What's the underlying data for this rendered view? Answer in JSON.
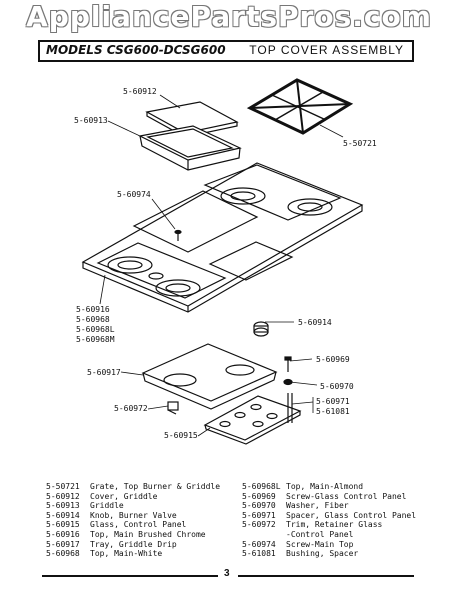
{
  "watermark": "AppliancePartsPros.com",
  "header": {
    "models": "MODELS CSG600-DCSG600",
    "title": "TOP COVER ASSEMBLY"
  },
  "callouts": {
    "c60912": "5-60912",
    "c60913": "5-60913",
    "c50721": "5-50721",
    "c60974": "5-60974",
    "c60916": "5-60916",
    "c60968": "5-60968",
    "c60968l": "5-60968L",
    "c60968m": "5-60968M",
    "c60914": "5-60914",
    "c60969": "5-60969",
    "c60917": "5-60917",
    "c60970": "5-60970",
    "c60972": "5-60972",
    "c60971": "5-60971",
    "c61081": "5-61081",
    "c60915": "5-60915"
  },
  "legend_left": [
    {
      "pn": "5-50721",
      "desc": "Grate, Top Burner & Griddle"
    },
    {
      "pn": "5-60912",
      "desc": "Cover, Griddle"
    },
    {
      "pn": "5-60913",
      "desc": "Griddle"
    },
    {
      "pn": "5-60914",
      "desc": "Knob, Burner Valve"
    },
    {
      "pn": "5-60915",
      "desc": "Glass, Control Panel"
    },
    {
      "pn": "5-60916",
      "desc": "Top, Main Brushed Chrome"
    },
    {
      "pn": "5-60917",
      "desc": "Tray, Griddle Drip"
    },
    {
      "pn": "5-60968",
      "desc": "Top, Main-White"
    }
  ],
  "legend_right": [
    {
      "pn": "5-60968L",
      "desc": "Top, Main-Almond"
    },
    {
      "pn": "5-60969",
      "desc": "Screw-Glass Control Panel"
    },
    {
      "pn": "5-60970",
      "desc": "Washer, Fiber"
    },
    {
      "pn": "5-60971",
      "desc": "Spacer, Glass Control Panel"
    },
    {
      "pn": "5-60972",
      "desc": "Trim, Retainer Glass"
    },
    {
      "pn": "",
      "desc": "-Control Panel"
    },
    {
      "pn": "5-60974",
      "desc": "Screw-Main Top"
    },
    {
      "pn": "5-61081",
      "desc": "Bushing, Spacer"
    }
  ],
  "page_number": "3"
}
